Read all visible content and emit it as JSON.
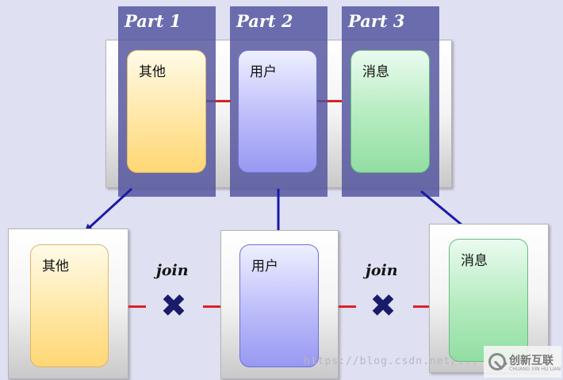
{
  "parts": [
    {
      "label": "Part 1",
      "table": "其他"
    },
    {
      "label": "Part 2",
      "table": "用户"
    },
    {
      "label": "Part 3",
      "table": "消息"
    }
  ],
  "bottom_tables": [
    "其他",
    "用户",
    "消息"
  ],
  "join_labels": [
    "join",
    "join"
  ],
  "watermark": "https://blog.csdn.net/...",
  "logo": {
    "text": "创新互联",
    "sub": "CHUANG XIN HU LIAN"
  },
  "colors": {
    "part_column": "#52529e",
    "arrow": "#1a1aa8",
    "link": "#d8232a",
    "x_mark": "#1b1b6b",
    "card_yellow": "#ffe7a6",
    "card_blue": "#bcbcfa",
    "card_green": "#b3ebbe"
  },
  "icons": {
    "join_blocked": "x-mark-icon",
    "logo": "logo-icon"
  }
}
